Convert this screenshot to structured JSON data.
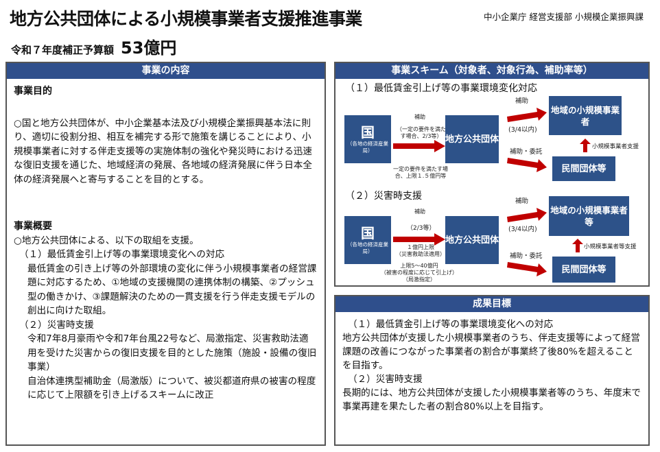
{
  "header": {
    "title": "地方公共団体による小規模事業者支援推進事業",
    "department": "中小企業庁 経営支援部 小規模企業振興課",
    "budget_label": "令和７年度補正予算額",
    "budget_amount": "53億円"
  },
  "content": {
    "heading": "事業の内容",
    "purpose_title": "事業目的",
    "purpose_text": "○国と地方公共団体が、中小企業基本法及び小規模企業振興基本法に則り、適切に役割分担、相互を補完する形で施策を講じることにより、小規模事業者に対する伴走支援等の実施体制の強化や発災時における迅速な復旧支援を通じた、地域経済の発展、各地域の経済発展に伴う日本全体の経済発展へと寄与することを目的とする。",
    "overview_title": "事業概要",
    "overview_intro": "○地方公共団体による、以下の取組を支援。",
    "item1_title": "（１）最低賃金引上げ等の事業環境変化への対応",
    "item1_text": "最低賃金の引き上げ等の外部環境の変化に伴う小規模事業者の経営課題に対応するため、①地域の支援機関の連携体制の構築、②プッシュ型の働きかけ、③課題解決のための一貫支援を行う伴走支援モデルの創出に向けた取組。",
    "item2_title": "（２）災害時支援",
    "item2_text1": "令和7年8月豪雨や令和7年台風22号など、局激指定、災害救助法適用を受けた災害からの復旧支援を目的とした施策（施設・設備の復旧事業）",
    "item2_text2": "自治体連携型補助金（局激版）について、被災都道府県の被害の程度に応じて上限額を引き上げるスキームに改正"
  },
  "scheme": {
    "heading": "事業スキーム（対象者、対象行為、補助率等）",
    "sec1": {
      "title": "（１）最低賃金引上げ等の事業環境変化対応",
      "kuni": "国",
      "kuni_sub": "（各地の経済産業局）",
      "subsidy": "補助",
      "rate": "（一定の要件を満たす場合、2/3等）",
      "cap": "一定の要件を満たす場合、上限１.５億円等",
      "local": "地方公共団体",
      "sub2": "補助",
      "rate2": "(3/4以内)",
      "target": "地域の小規模事業者",
      "sub3": "補助・委託",
      "private": "民間団体等",
      "support": "小規模事業者支援"
    },
    "sec2": {
      "title": "（２）災害時支援",
      "kuni": "国",
      "kuni_sub": "（各地の経済産業局）",
      "subsidy": "補助",
      "rate": "（2/3等）",
      "cap1": "１億円上限",
      "cap1_note": "（災害救助法適用）",
      "cap2": "上限5～40億円",
      "cap2_note": "（被害の程度に応じて引上げ）",
      "cap2_note2": "（局激指定）",
      "local": "地方公共団体",
      "sub2": "補助",
      "rate2": "(3/4以内)",
      "target": "地域の小規模事業者等",
      "sub3": "補助・委託",
      "private": "民間団体等",
      "support": "小規模事業者等支援"
    }
  },
  "results": {
    "heading": "成果目標",
    "item1_title": "（１）最低賃金引上げ等の事業環境変化への対応",
    "item1_text": "地方公共団体が支援した小規模事業者のうち、伴走支援等によって経営課題の改善につながった事業者の割合が事業終了後80%を超えることを目指す。",
    "item2_title": "（２）災害時支援",
    "item2_text": "長期的には、地方公共団体が支援した小規模事業者等のうち、年度末で事業再建を果たした者の割合80%以上を目指す。"
  },
  "colors": {
    "navy": "#2f4f8c",
    "box": "#2d5289",
    "arrow": "#c00000"
  }
}
